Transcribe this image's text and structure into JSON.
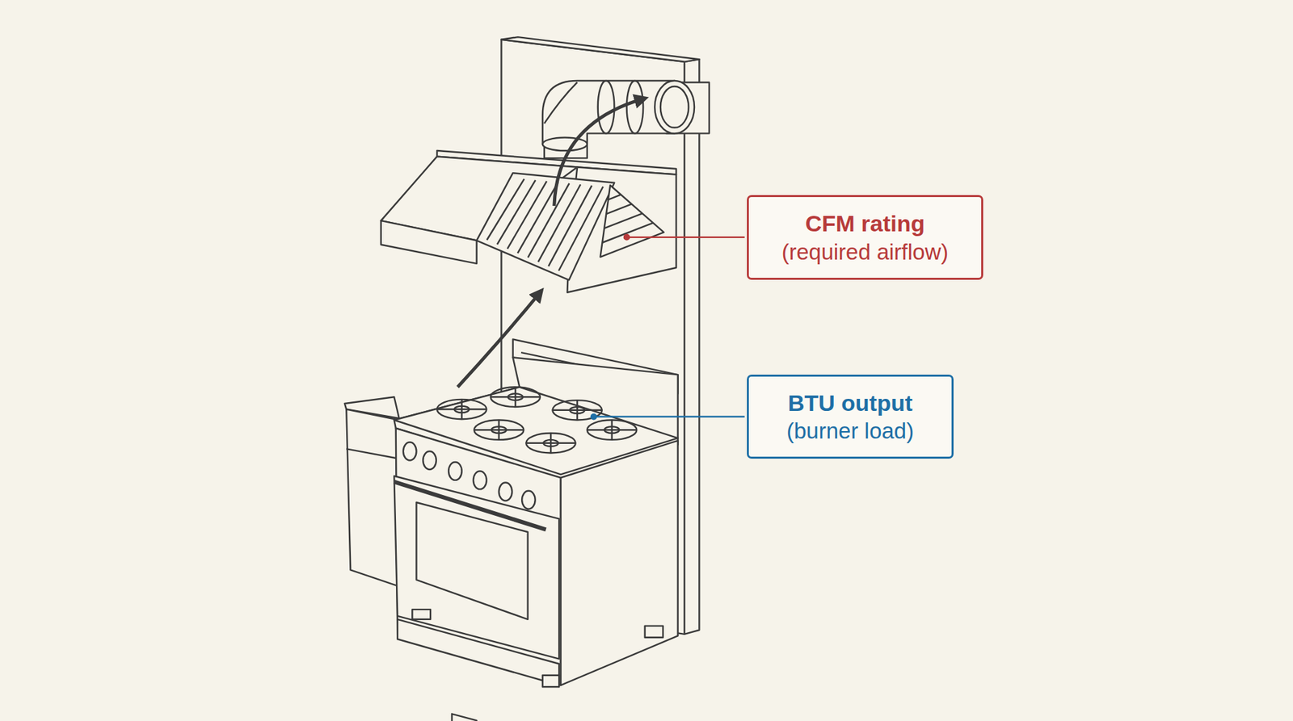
{
  "diagram": {
    "nodes": [
      {
        "text": [
          "CFM rating",
          "(required airflow)"
        ]
      },
      {
        "text": [
          "BTU output",
          "(burner load)"
        ]
      }
    ]
  }
}
